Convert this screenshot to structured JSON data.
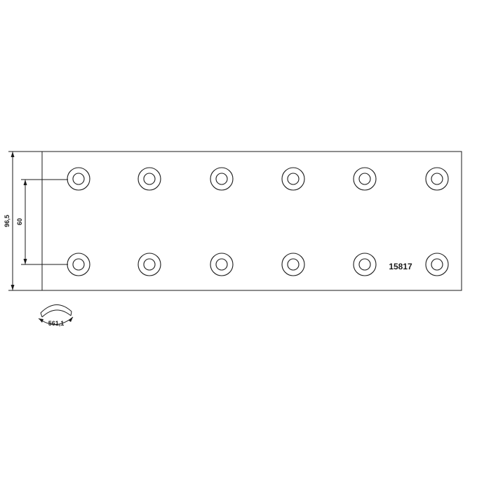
{
  "drawing": {
    "part_number": "15817",
    "dimensions": {
      "overall_width": "96,5",
      "hole_spacing": "60",
      "radius": "561,1"
    },
    "holes": {
      "rows": 2,
      "columns": 6
    },
    "colors": {
      "line": "#1a1a1a",
      "background": "#ffffff"
    }
  }
}
